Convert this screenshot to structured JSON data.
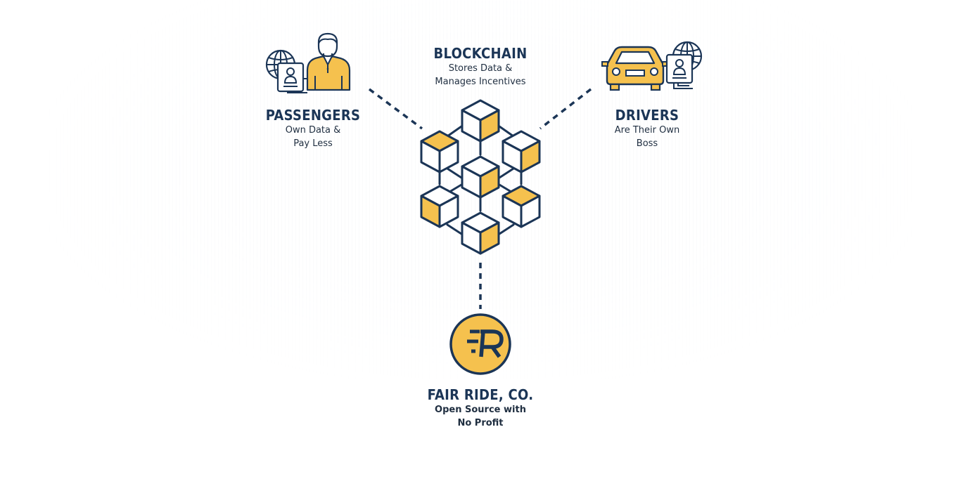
{
  "nodes": {
    "blockchain": {
      "title": "BLOCKCHAIN",
      "line1": "Stores Data &",
      "line2": "Manages Incentives"
    },
    "passengers": {
      "title": "PASSENGERS",
      "line1": "Own Data &",
      "line2": "Pay Less"
    },
    "drivers": {
      "title": "DRIVERS",
      "line1": "Are Their Own",
      "line2": "Boss"
    },
    "fair_ride": {
      "title": "FAIR RIDE, CO.",
      "line1": "Open Source with",
      "line2": "No Profit"
    }
  },
  "colors": {
    "navy": "#1b3556",
    "gold": "#f5c14e",
    "background": "#ffffff"
  },
  "icons": [
    "globe-icon",
    "id-card-icon",
    "person-icon",
    "car-icon",
    "blockchain-cubes-icon",
    "fair-ride-logo-icon"
  ]
}
